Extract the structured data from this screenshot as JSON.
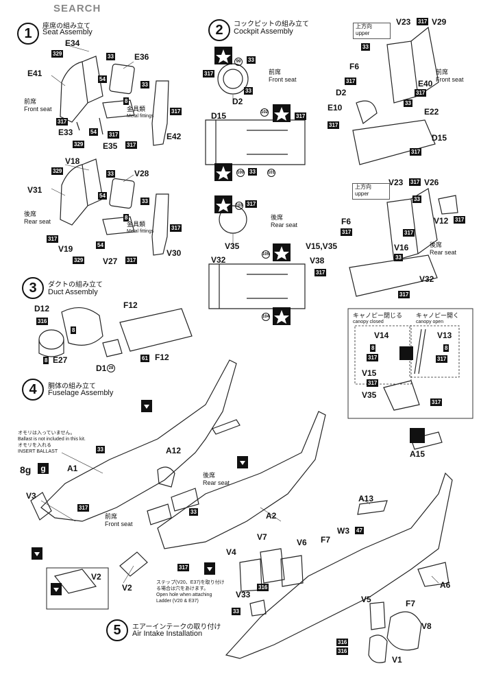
{
  "watermark": "SEARCH",
  "steps": [
    {
      "num": "1",
      "jp": "座席の組み立て",
      "en": "Seat Assembly"
    },
    {
      "num": "2",
      "jp": "コックピットの組み立て",
      "en": "Cockpit Assembly"
    },
    {
      "num": "3",
      "jp": "ダクトの組み立て",
      "en": "Duct Assembly"
    },
    {
      "num": "4",
      "jp": "胴体の組み立て",
      "en": "Fuselage Assembly"
    },
    {
      "num": "5",
      "jp": "エアーインテークの取り付け",
      "en": "Air Intake Installation"
    }
  ],
  "labels": {
    "front_seat_jp": "前席",
    "front_seat_en": "Front seat",
    "rear_seat_jp": "後席",
    "rear_seat_en": "Rear seat",
    "metal_jp": "金具類",
    "metal_en": "Metal fittings",
    "upper_jp": "上方向",
    "upper_en": "upper",
    "canopy_closed_jp": "キャノピー閉じる",
    "canopy_closed_en": "canopy closed",
    "canopy_open_jp": "キャノピー開く",
    "canopy_open_en": "canopy open",
    "ballast_jp1": "オモリは入っていません。",
    "ballast_en1": "Ballast is not included in this kit.",
    "ballast_jp2": "オモリを入れる",
    "ballast_en2": "INSERT BALLAST",
    "ballast_weight": "8g",
    "ballast_icon": "g",
    "ladder_jp1": "ステップ(V20、E37)を取り付け",
    "ladder_jp2": "る場合は穴をあけます。",
    "ladder_en1": "Open hole when attaching",
    "ladder_en2": "Ladder (V20 & E37)"
  },
  "parts": {
    "E34": "E34",
    "E41": "E41",
    "E36": "E36",
    "E33": "E33",
    "E35": "E35",
    "E42": "E42",
    "V18": "V18",
    "V31": "V31",
    "V28": "V28",
    "V19": "V19",
    "V27": "V27",
    "V30": "V30",
    "D2": "D2",
    "D15": "D15",
    "V35": "V35",
    "V32": "V32",
    "V23": "V23",
    "V29": "V29",
    "F6": "F6",
    "E40": "E40",
    "E22": "E22",
    "E10": "E10",
    "V26": "V26",
    "V12": "V12",
    "V15V35": "V15,V35",
    "V16": "V16",
    "V38": "V38",
    "V14": "V14",
    "V13": "V13",
    "V15": "V15",
    "D12": "D12",
    "F12": "F12",
    "E27": "E27",
    "D1": "D1",
    "A12": "A12",
    "A1": "A1",
    "V3": "V3",
    "A2": "A2",
    "V2": "V2",
    "A15": "A15",
    "A13": "A13",
    "W3": "W3",
    "F7": "F7",
    "A6": "A6",
    "V4": "V4",
    "V7": "V7",
    "V6": "V6",
    "V33": "V33",
    "V5": "V5",
    "V8": "V8",
    "V1": "V1"
  },
  "paint_codes": {
    "c317": "317",
    "c33": "33",
    "c329": "329",
    "c54": "54",
    "c8": "8",
    "c316": "316",
    "c61": "61",
    "c28": "28",
    "c47": "47"
  },
  "decals": {
    "d99": "99",
    "d102": "102",
    "d100": "100",
    "d101": "101",
    "d103": "103",
    "d105": "105",
    "d104": "104"
  }
}
